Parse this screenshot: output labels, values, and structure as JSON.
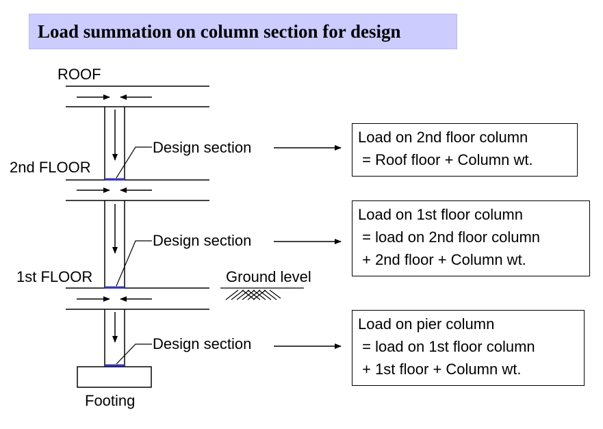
{
  "title": "Load summation on column section for design",
  "levels": {
    "roof": "ROOF",
    "second_floor": "2nd FLOOR",
    "first_floor": "1st FLOOR",
    "footing": "Footing",
    "ground": "Ground level"
  },
  "design_section_label": "Design section",
  "boxes": {
    "second": {
      "line1": "Load on 2nd floor column",
      "line2": " = Roof floor + Column wt."
    },
    "first": {
      "line1": "Load on 1st floor column",
      "line2": " = load on 2nd floor column",
      "line3": " + 2nd floor + Column wt."
    },
    "pier": {
      "line1": "Load on pier column",
      "line2": " = load on 1st floor column",
      "line3": " + 1st floor + Column wt."
    }
  },
  "colors": {
    "title_bg": "#ccccff",
    "design_section_mark": "#3333cc"
  }
}
